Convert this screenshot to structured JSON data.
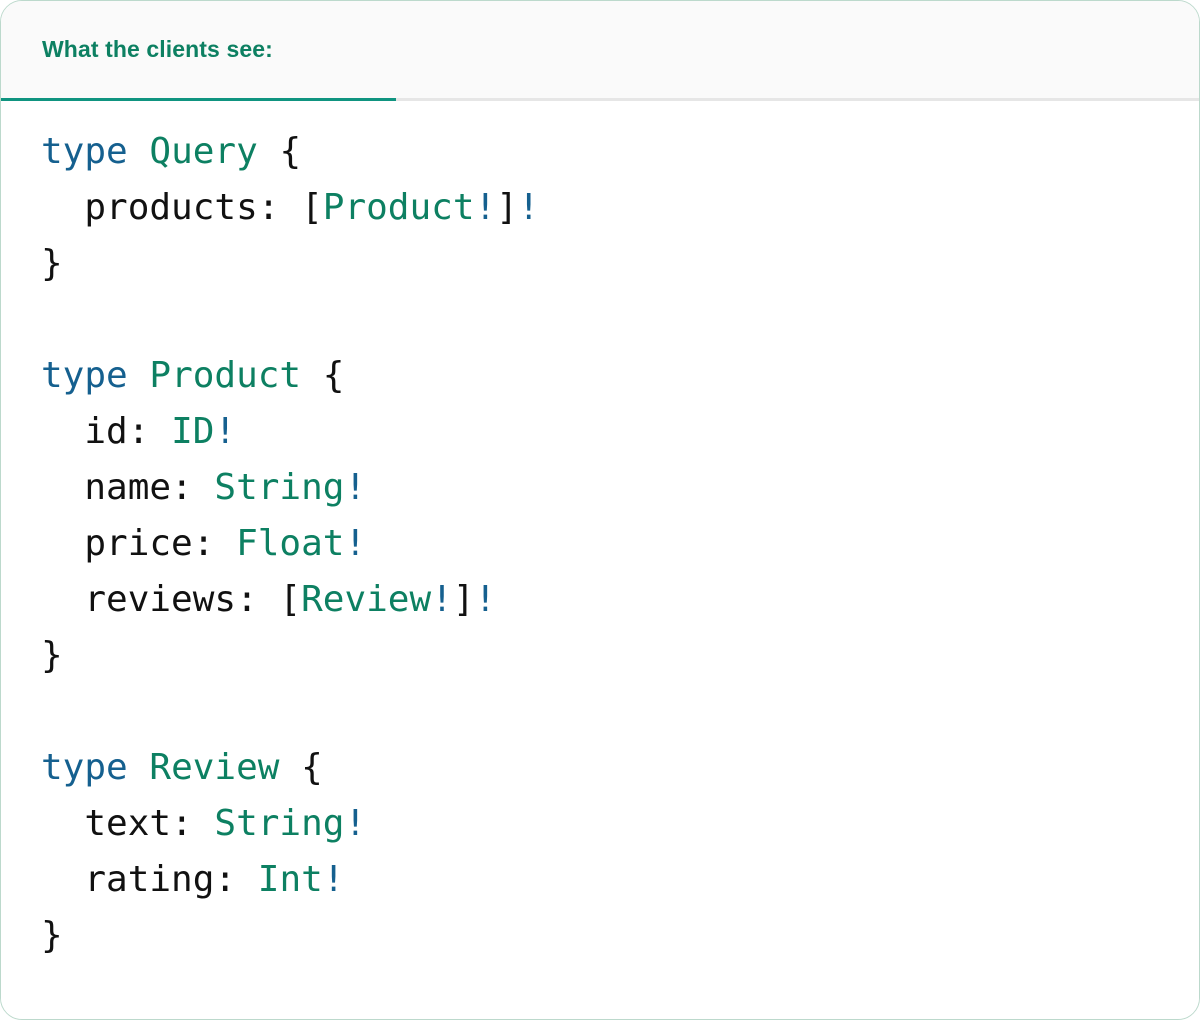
{
  "header": {
    "tab_label": "What the clients see:",
    "accent_color": "#0d8062",
    "underline_color": "#0f9480",
    "background": "#fafafa",
    "border_color": "#e6e6e6"
  },
  "editor": {
    "language": "graphql",
    "background": "#ffffff",
    "token_colors": {
      "keyword": "#15608f",
      "type": "#0d8062",
      "non_null": "#15608f",
      "punctuation": "#111111",
      "field": "#111111"
    },
    "plain_text": "type Query {\n  products: [Product!]!\n}\n\ntype Product {\n  id: ID!\n  name: String!\n  price: Float!\n  reviews: [Review!]!\n}\n\ntype Review {\n  text: String!\n  rating: Int!\n}",
    "lines": [
      [
        {
          "t": "type",
          "c": "kw"
        },
        {
          "t": " ",
          "c": "punc"
        },
        {
          "t": "Query",
          "c": "type"
        },
        {
          "t": " {",
          "c": "punc"
        }
      ],
      [
        {
          "t": "  products:",
          "c": "field"
        },
        {
          "t": " [",
          "c": "punc"
        },
        {
          "t": "Product",
          "c": "type"
        },
        {
          "t": "!",
          "c": "bang"
        },
        {
          "t": "]",
          "c": "punc"
        },
        {
          "t": "!",
          "c": "bang"
        }
      ],
      [
        {
          "t": "}",
          "c": "punc"
        }
      ],
      [],
      [
        {
          "t": "type",
          "c": "kw"
        },
        {
          "t": " ",
          "c": "punc"
        },
        {
          "t": "Product",
          "c": "type"
        },
        {
          "t": " {",
          "c": "punc"
        }
      ],
      [
        {
          "t": "  id:",
          "c": "field"
        },
        {
          "t": " ",
          "c": "punc"
        },
        {
          "t": "ID",
          "c": "type"
        },
        {
          "t": "!",
          "c": "bang"
        }
      ],
      [
        {
          "t": "  name:",
          "c": "field"
        },
        {
          "t": " ",
          "c": "punc"
        },
        {
          "t": "String",
          "c": "type"
        },
        {
          "t": "!",
          "c": "bang"
        }
      ],
      [
        {
          "t": "  price:",
          "c": "field"
        },
        {
          "t": " ",
          "c": "punc"
        },
        {
          "t": "Float",
          "c": "type"
        },
        {
          "t": "!",
          "c": "bang"
        }
      ],
      [
        {
          "t": "  reviews:",
          "c": "field"
        },
        {
          "t": " [",
          "c": "punc"
        },
        {
          "t": "Review",
          "c": "type"
        },
        {
          "t": "!",
          "c": "bang"
        },
        {
          "t": "]",
          "c": "punc"
        },
        {
          "t": "!",
          "c": "bang"
        }
      ],
      [
        {
          "t": "}",
          "c": "punc"
        }
      ],
      [],
      [
        {
          "t": "type",
          "c": "kw"
        },
        {
          "t": " ",
          "c": "punc"
        },
        {
          "t": "Review",
          "c": "type"
        },
        {
          "t": " {",
          "c": "punc"
        }
      ],
      [
        {
          "t": "  text:",
          "c": "field"
        },
        {
          "t": " ",
          "c": "punc"
        },
        {
          "t": "String",
          "c": "type"
        },
        {
          "t": "!",
          "c": "bang"
        }
      ],
      [
        {
          "t": "  rating:",
          "c": "field"
        },
        {
          "t": " ",
          "c": "punc"
        },
        {
          "t": "Int",
          "c": "type"
        },
        {
          "t": "!",
          "c": "bang"
        }
      ],
      [
        {
          "t": "}",
          "c": "punc"
        }
      ]
    ]
  }
}
